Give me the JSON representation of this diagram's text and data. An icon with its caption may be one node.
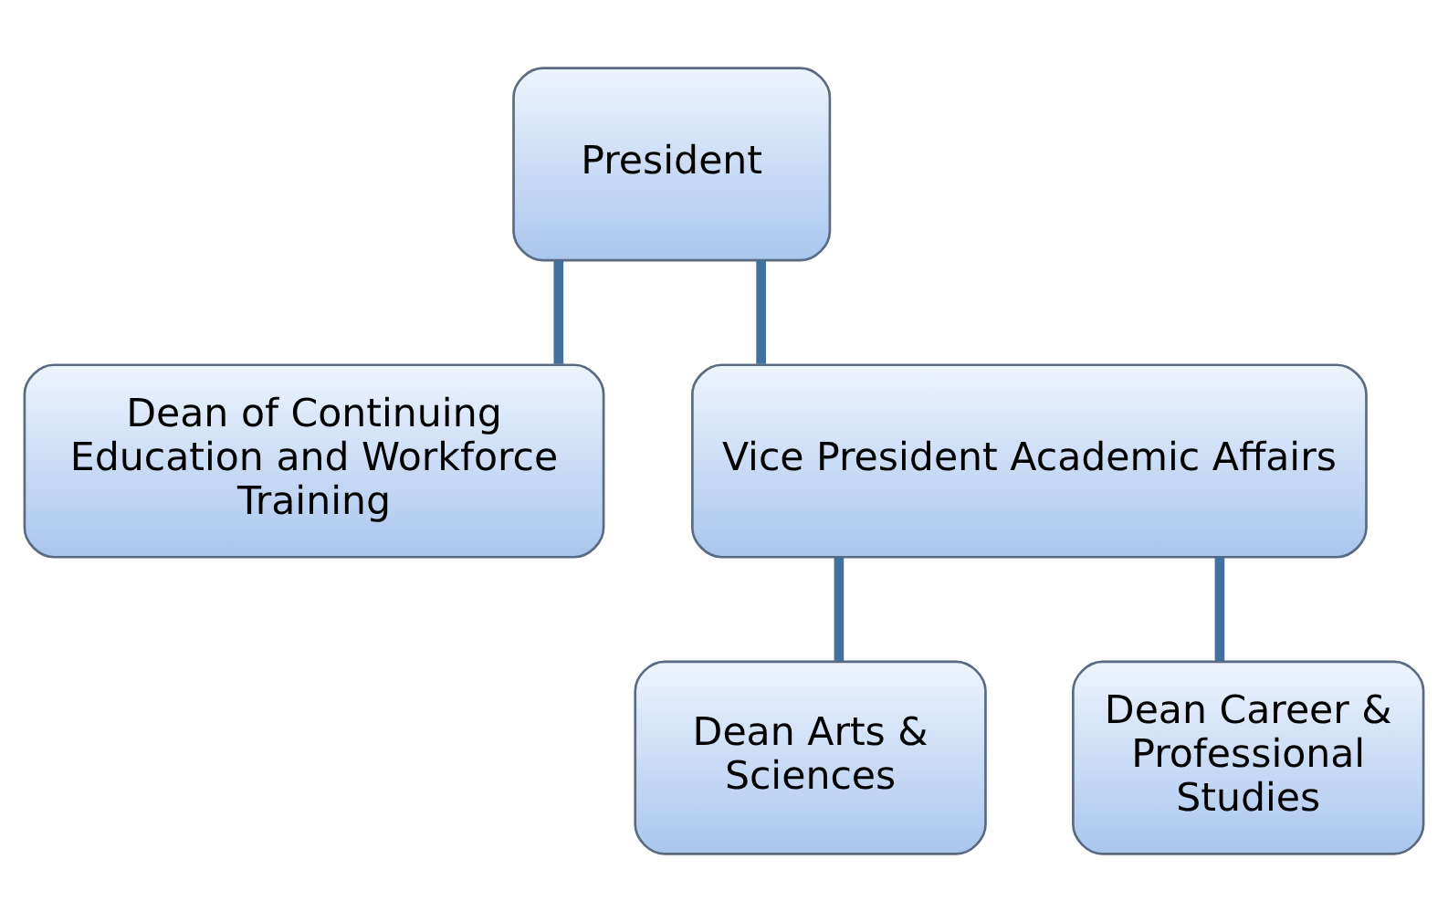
{
  "diagram": {
    "nodes": [
      {
        "text": [
          "President"
        ]
      },
      {
        "text": [
          "Dean of Continuing Education and Workforce Training"
        ]
      },
      {
        "text": [
          "Vice President Academic Affairs"
        ]
      },
      {
        "text": [
          "Dean Arts & Sciences"
        ]
      },
      {
        "text": [
          "Dean Career & Professional Studies"
        ]
      }
    ],
    "edges": [
      {
        "from": 0,
        "to": 1,
        "arrow": "none"
      },
      {
        "from": 0,
        "to": 2,
        "arrow": "none"
      },
      {
        "from": 2,
        "to": 3,
        "arrow": "none"
      },
      {
        "from": 2,
        "to": 4,
        "arrow": "none"
      }
    ]
  }
}
